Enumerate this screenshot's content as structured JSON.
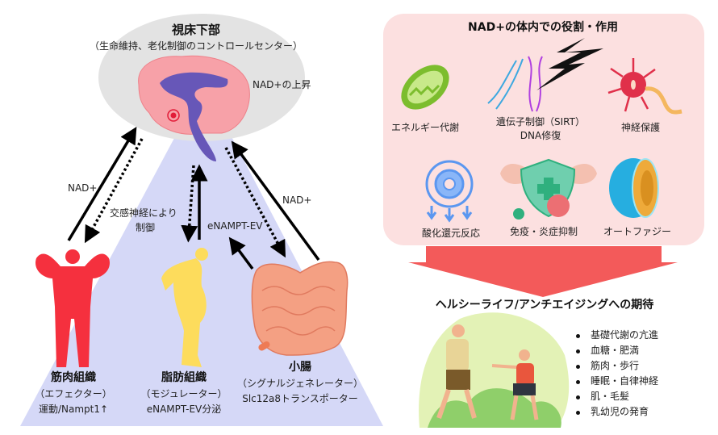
{
  "hypothalamus": {
    "title": "視床下部",
    "subtitle": "（生命維持、老化制御のコントロールセンター）",
    "nad_rise": "NAD+の上昇"
  },
  "arrows": {
    "nad_left": "NAD+",
    "sympathetic_line1": "交感神経により",
    "sympathetic_line2": "制御",
    "enampt": "eNAMPT-EV",
    "nad_right": "NAD+"
  },
  "tissues": [
    {
      "name": "筋肉組織",
      "role": "（エフェクター）",
      "detail": "運動/Nampt1↑"
    },
    {
      "name": "脂肪組織",
      "role": "（モジュレーター）",
      "detail": "eNAMPT-EV分泌"
    },
    {
      "name": "小腸",
      "role": "（シグナルジェネレーター）",
      "detail": "Slc12a8トランスポーター"
    }
  ],
  "roles": {
    "title": "NAD+の体内での役割・作用",
    "items": [
      {
        "label": "エネルギー代謝"
      },
      {
        "label": "遺伝子制御（SIRT）",
        "label2": "DNA修復"
      },
      {
        "label": "神経保護"
      },
      {
        "label": "酸化還元反応"
      },
      {
        "label": "免疫・炎症抑制"
      },
      {
        "label": "オートファジー"
      }
    ]
  },
  "expectations": {
    "title": "ヘルシーライフ/アンチエイジングへの期待",
    "items": [
      "基礎代謝の亢進",
      "血糖・肥満",
      "筋肉・歩行",
      "睡眠・自律神経",
      "肌・毛髪",
      "乳幼児の発育"
    ]
  },
  "colors": {
    "trapezoid": "#d5d8f7",
    "ellipse": "#e3e3e3",
    "roles_box": "#fce0e0",
    "big_arrow": "#f35a5a",
    "muscle": "#f5303e",
    "fat": "#fddc5c",
    "intestine": "#f4a083"
  }
}
